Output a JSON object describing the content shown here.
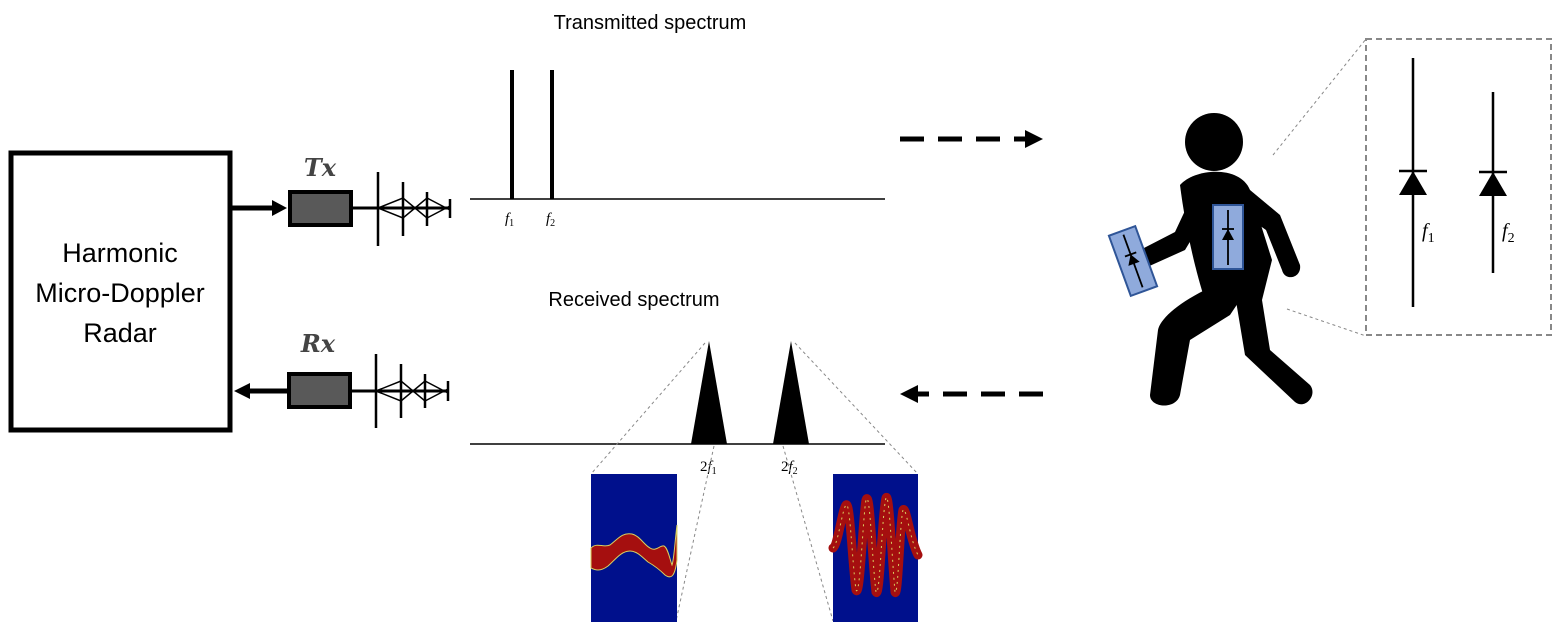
{
  "radar": {
    "label_line1": "Harmonic",
    "label_line2": "Micro-Doppler",
    "label_line3": "Radar"
  },
  "tx": {
    "label": "Tx"
  },
  "rx": {
    "label": "Rx"
  },
  "transmitted": {
    "title": "Transmitted spectrum",
    "f1_label": "f",
    "f1_sub": "1",
    "f2_label": "f",
    "f2_sub": "2"
  },
  "received": {
    "title": "Received spectrum",
    "h1_prefix": "2",
    "h1_label": "f",
    "h1_sub": "1",
    "h2_prefix": "2",
    "h2_label": "f",
    "h2_sub": "2"
  },
  "tags": {
    "f1_label": "f",
    "f1_sub": "1",
    "f2_label": "f",
    "f2_sub": "2"
  },
  "colors": {
    "tag_fill": "#8faadc",
    "tag_stroke": "#2f5597",
    "amp_fill": "#595959",
    "spectrogram_bg": "#00108c",
    "spectrogram_signal": "#a50f0f"
  }
}
